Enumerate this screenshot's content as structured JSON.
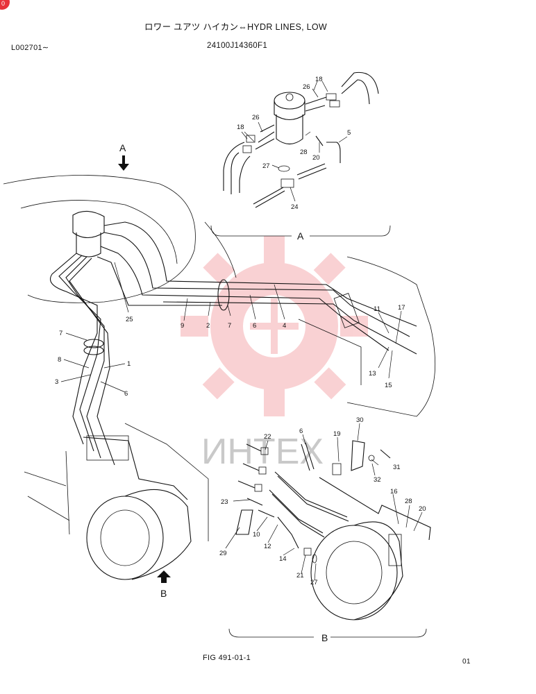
{
  "header": {
    "title": "ロワー ユアツ ハイカン⇔HYDR LINES, LOW",
    "serial": "L002701∼",
    "part_number": "24100J14360F1"
  },
  "footer": {
    "figure": "FIG 491-01-1",
    "page": "01"
  },
  "corner_badge": "0",
  "watermark": "ИНТЕХ",
  "views": {
    "a_arrow": "A",
    "b_arrow": "B",
    "a_detail": "A",
    "b_detail": "B"
  },
  "callouts": {
    "a18a": "18",
    "a18b": "18",
    "a26a": "26",
    "a26b": "26",
    "a28": "28",
    "a20": "20",
    "a5": "5",
    "a27": "27",
    "a24": "24",
    "m25": "25",
    "m9": "9",
    "m2": "2",
    "m7": "7",
    "m6": "6",
    "m4": "4",
    "m11": "11",
    "m17": "17",
    "m13": "13",
    "m15": "15",
    "l7": "7",
    "l8": "8",
    "l3": "3",
    "l1": "1",
    "l6": "6",
    "b6": "6",
    "b19": "19",
    "b30": "30",
    "b22": "22",
    "b31": "31",
    "b32": "32",
    "b23": "23",
    "b16": "16",
    "b28": "28",
    "b20": "20",
    "b10": "10",
    "b12": "12",
    "b29": "29",
    "b14": "14",
    "b21": "21",
    "b27": "27"
  }
}
